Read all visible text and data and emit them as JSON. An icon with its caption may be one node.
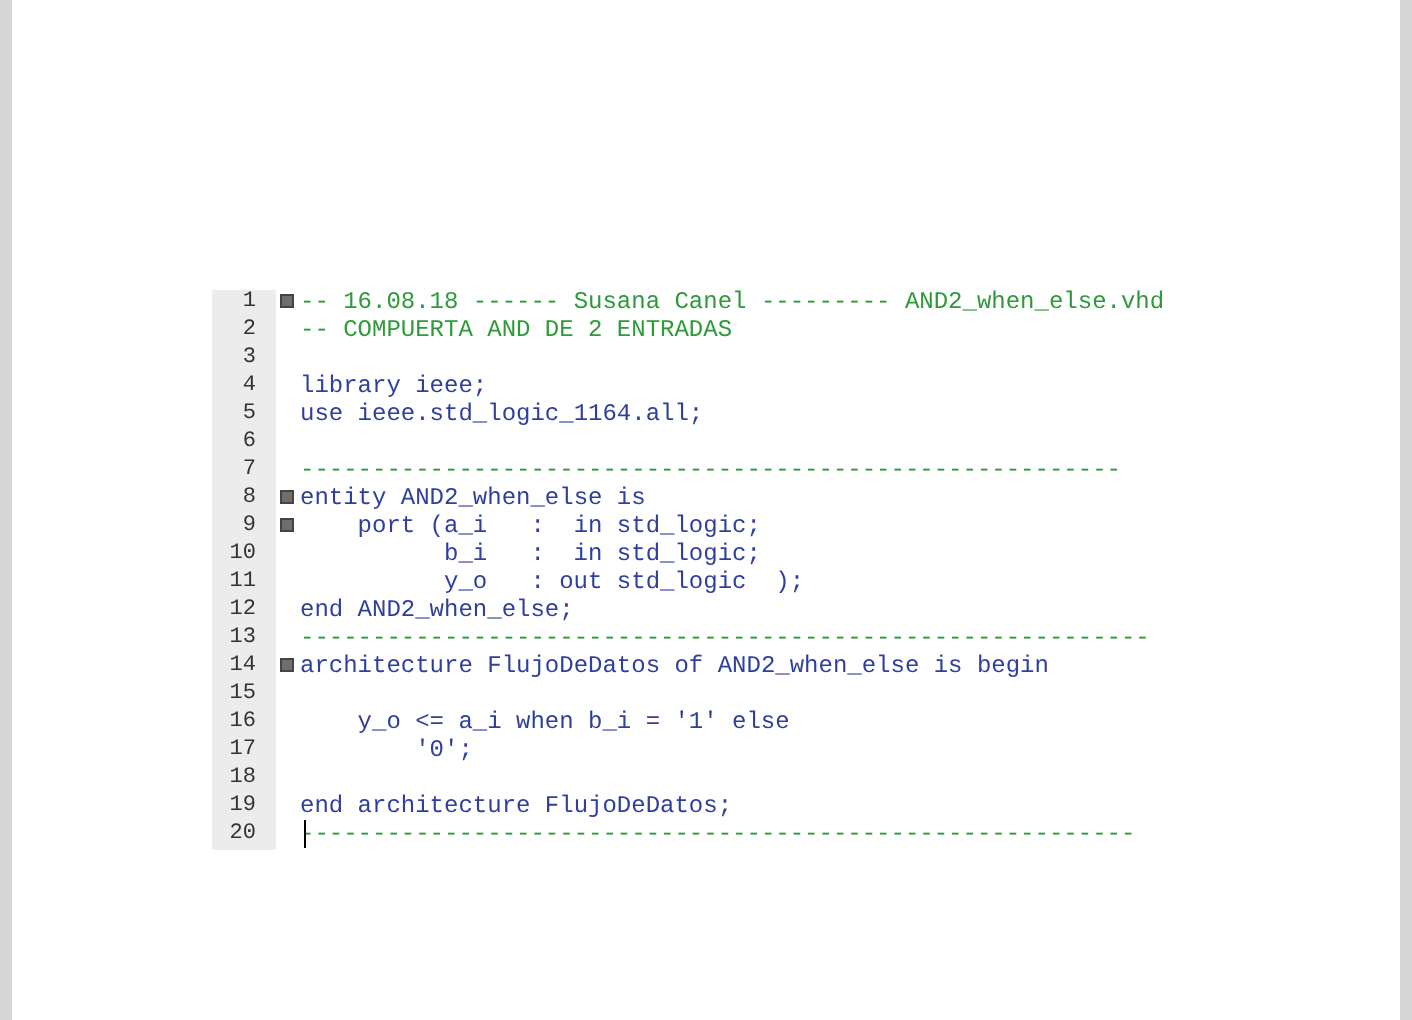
{
  "diagram": {
    "labels": [
      "1",
      "-- 16.08.18 ------ Susana Canel --------- AND2_when_else.vhd",
      "2",
      "-- COMPUERTA AND DE 2 ENTRADAS",
      "3",
      "4",
      "library ieee;",
      "5",
      "use ieee.std_logic_1164.all;",
      "6",
      "7",
      "---------------------------------------------------------",
      "8",
      "entity AND2_when_else is",
      "9",
      "port (a_i   :  in std_logic;",
      "10",
      "b_i   :  in std_logic;",
      "11",
      "y_o   : out std_logic  );",
      "12",
      "end AND2_when_else;",
      "13",
      "-----------------------------------------------------------",
      "14",
      "architecture FlujoDeDatos of AND2_when_else is begin",
      "15",
      "16",
      "y_o <= a_i when b_i = '1' else",
      "17",
      "'0';",
      "18",
      "19",
      "end architecture FlujoDeDatos;",
      "20",
      "----------------------------------------------------------"
    ]
  }
}
